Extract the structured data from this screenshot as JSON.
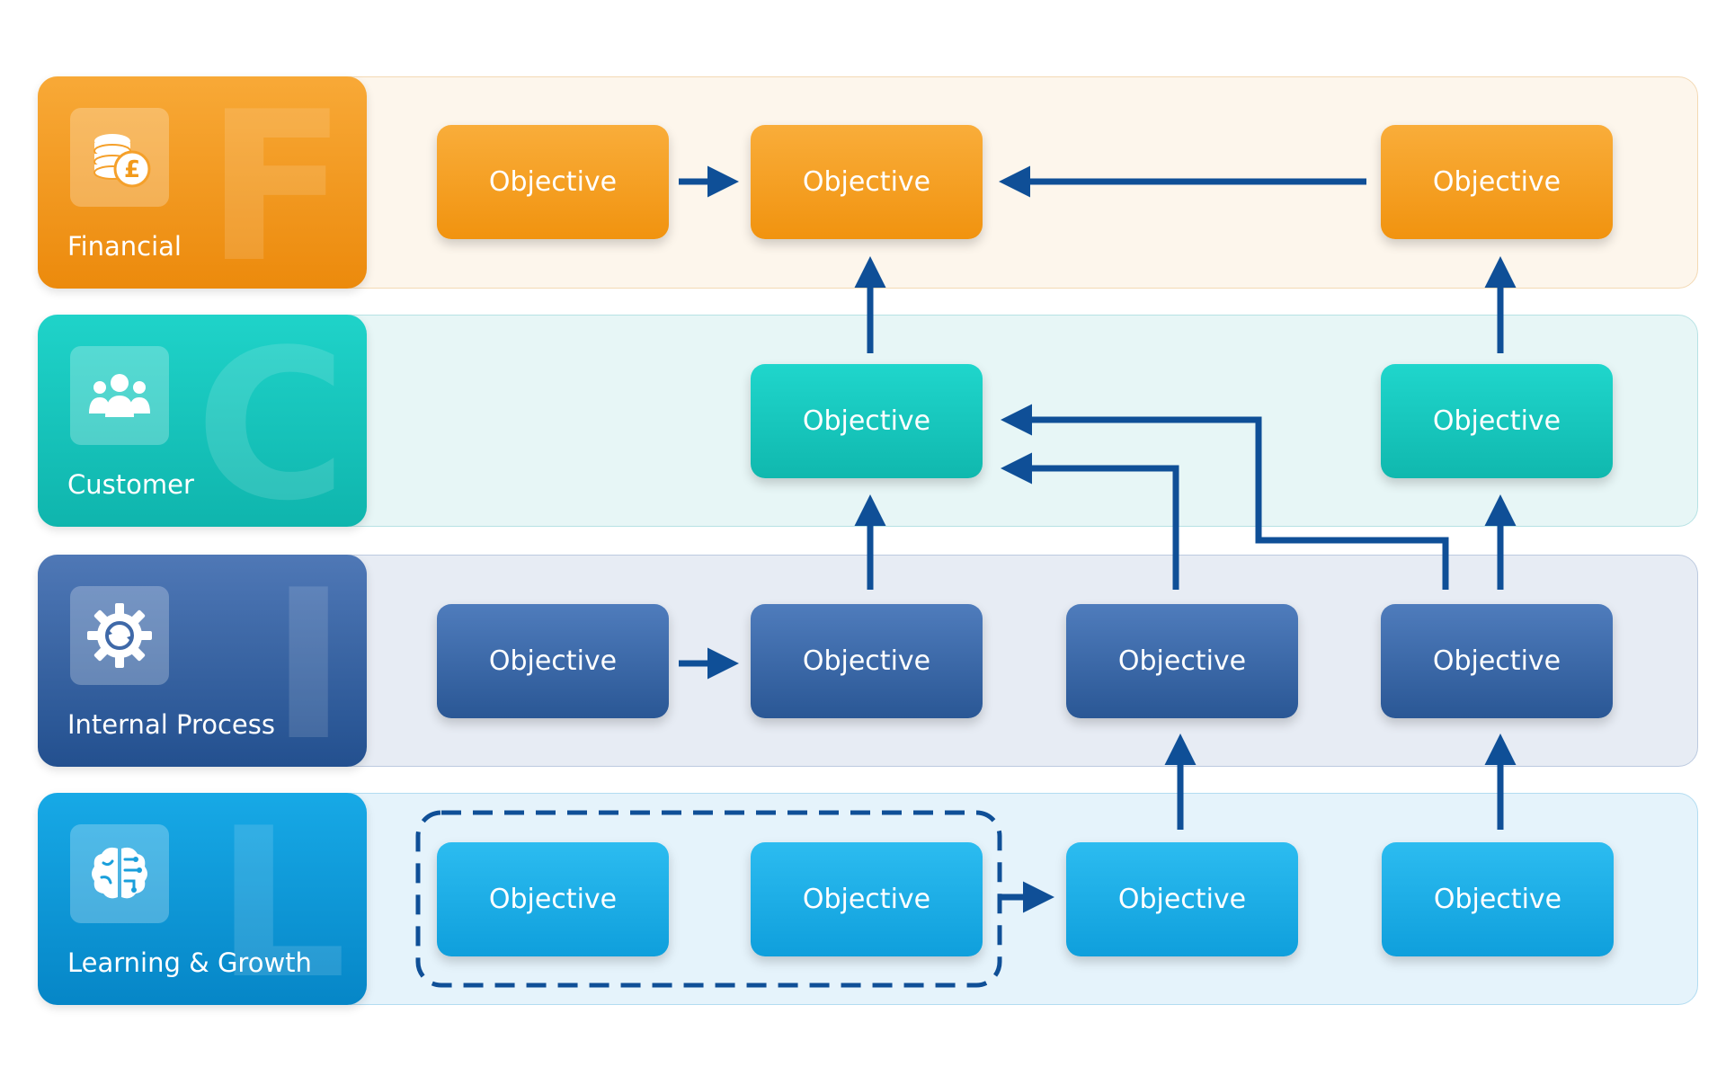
{
  "perspectives": [
    {
      "title": "Financial",
      "letter": "F",
      "icon": "coins-pound-icon"
    },
    {
      "title": "Customer",
      "letter": "C",
      "icon": "users-group-icon"
    },
    {
      "title": "Internal Process",
      "letter": "I",
      "icon": "gear-cycle-icon"
    },
    {
      "title": "Learning & Growth",
      "letter": "L",
      "icon": "brain-circuit-icon"
    }
  ],
  "objectives": {
    "financial": [
      "Objective",
      "Objective",
      "Objective"
    ],
    "customer": [
      "Objective",
      "Objective"
    ],
    "internal": [
      "Objective",
      "Objective",
      "Objective",
      "Objective"
    ],
    "learning": [
      "Objective",
      "Objective",
      "Objective",
      "Objective"
    ]
  },
  "colors": {
    "financial": "#f29a1a",
    "customer": "#14c3ba",
    "internal": "#2f5a99",
    "learning": "#0d9ddc",
    "connector": "#0f4f97"
  }
}
